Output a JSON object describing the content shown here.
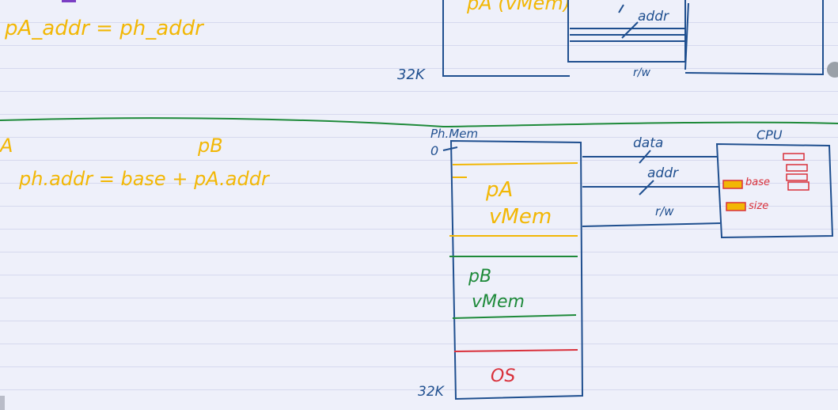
{
  "notes": {
    "top_formula": "pA_addr = ph_addr",
    "top_memory_label_partial": "pA (vMem)",
    "top_addr_label": "addr",
    "top_32k_label": "32K",
    "top_rw_label": "r/w",
    "left_edge_label": "A",
    "pb_label": "pB",
    "formula": "ph.addr = base + pA.addr",
    "phmem_label": "Ph.Mem",
    "zero_label": "0",
    "pa_block_label": "pA",
    "pa_vmem_label": "vMem",
    "pb_block_label": "pB",
    "pb_vmem_label": "vMem",
    "os_label": "OS",
    "bottom_32k_label": "32K",
    "data_label": "data",
    "addr_label": "addr",
    "rw_label": "r/w",
    "cpu_label": "CPU",
    "base_label": "base",
    "size_label": "size"
  },
  "colors": {
    "yellow": "#f2b705",
    "blue": "#1f4f8f",
    "green": "#1e8a3a",
    "red": "#d9303a"
  }
}
